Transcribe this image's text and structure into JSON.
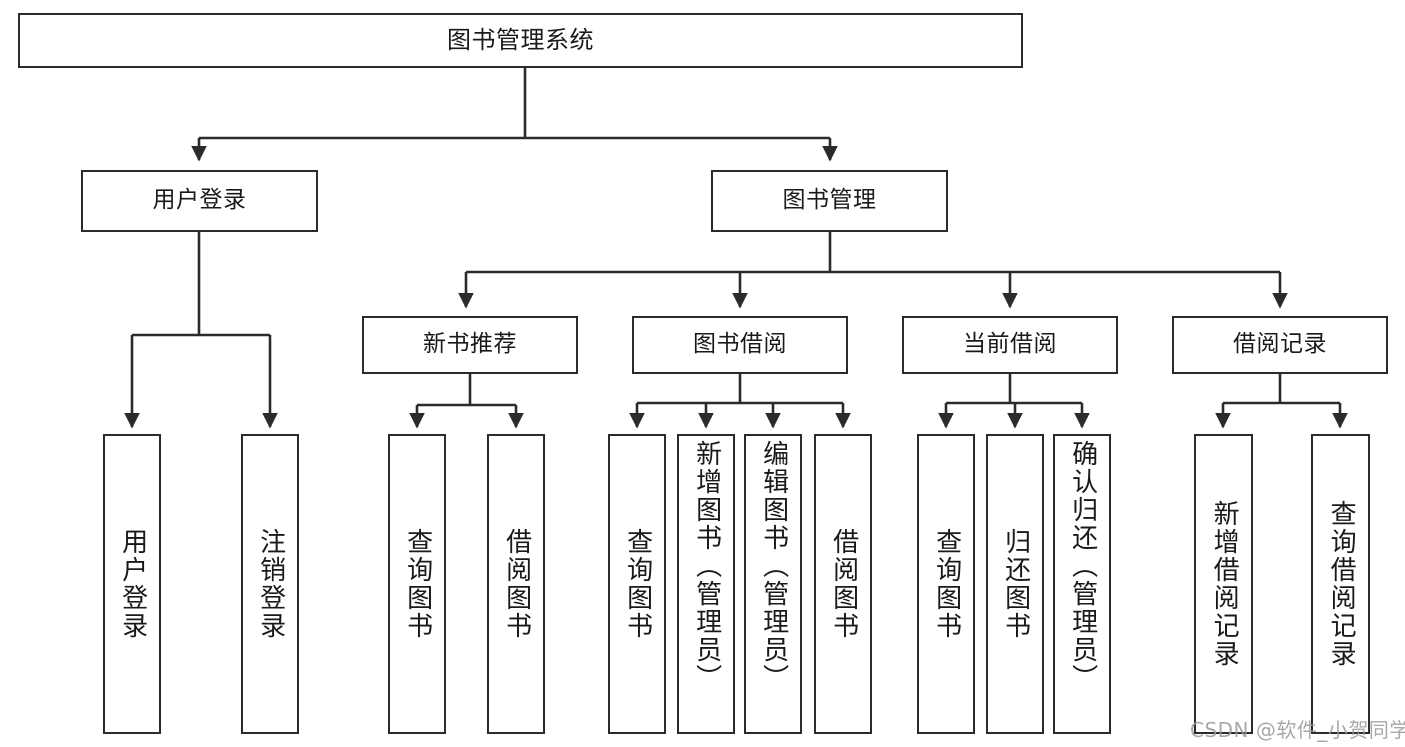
{
  "diagram": {
    "title": "图书管理系统",
    "type": "tree-hierarchy-chart",
    "root": {
      "label": "图书管理系统"
    },
    "level2": [
      {
        "label": "用户登录"
      },
      {
        "label": "图书管理"
      }
    ],
    "level3": [
      {
        "label": "新书推荐"
      },
      {
        "label": "图书借阅"
      },
      {
        "label": "当前借阅"
      },
      {
        "label": "借阅记录"
      }
    ],
    "leaves": {
      "user_login": [
        {
          "label": "用户登录"
        },
        {
          "label": "注销登录"
        }
      ],
      "new_book_recommend": [
        {
          "label": "查询图书"
        },
        {
          "label": "借阅图书"
        }
      ],
      "book_borrow": [
        {
          "label": "查询图书"
        },
        {
          "label": "新增图书（管理员）"
        },
        {
          "label": "编辑图书（管理员）"
        },
        {
          "label": "借阅图书"
        }
      ],
      "current_borrow": [
        {
          "label": "查询图书"
        },
        {
          "label": "归还图书"
        },
        {
          "label": "确认归还（管理员）"
        }
      ],
      "borrow_record": [
        {
          "label": "新增借阅记录"
        },
        {
          "label": "查询借阅记录"
        }
      ]
    }
  },
  "watermark": {
    "text": "CSDN @软件_小贺同学"
  },
  "colors": {
    "stroke": "#2b2b2b",
    "fill": "#ffffff",
    "text": "#1a1a1a",
    "watermark": "#9a9a9a"
  }
}
